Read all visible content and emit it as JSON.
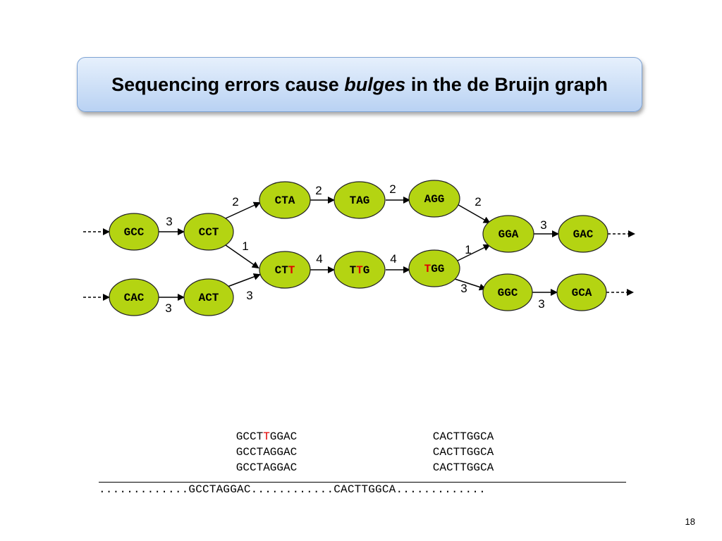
{
  "title": {
    "before": "Sequencing errors cause ",
    "emph": "bulges",
    "after": " in the de Bruijn graph"
  },
  "nodes": {
    "gcc": {
      "label": "GCC"
    },
    "cct": {
      "label": "CCT"
    },
    "cac": {
      "label": "CAC"
    },
    "act": {
      "label": "ACT"
    },
    "cta": {
      "label": "CTA"
    },
    "tag": {
      "label": "TAG"
    },
    "agg": {
      "label": "AGG"
    },
    "ctt": {
      "pre": "CT",
      "err": "T",
      "post": ""
    },
    "ttg": {
      "pre": "T",
      "err": "T",
      "post": "G"
    },
    "tgg": {
      "pre": "",
      "err": "T",
      "post": "GG"
    },
    "gga": {
      "label": "GGA"
    },
    "gac": {
      "label": "GAC"
    },
    "ggc": {
      "label": "GGC"
    },
    "gca": {
      "label": "GCA"
    }
  },
  "edges": {
    "gcc_cct": "3",
    "cct_cta": "2",
    "cta_tag": "2",
    "tag_agg": "2",
    "agg_gga": "2",
    "gga_gac": "3",
    "cct_ctt": "1",
    "ctt_ttg": "4",
    "ttg_tgg": "4",
    "tgg_gga": "1",
    "tgg_ggc": "3",
    "ggc_gca": "3",
    "cac_act": "3",
    "act_ctt": "3"
  },
  "reads_left": [
    {
      "pre": "GCCT",
      "err": "T",
      "post": "GGAC"
    },
    {
      "text": "GCCTAGGAC"
    },
    {
      "text": "GCCTAGGAC"
    }
  ],
  "reads_right": [
    "CACTTGGCA",
    "CACTTGGCA",
    "CACTTGGCA"
  ],
  "consensus": ".............GCCTAGGAC............CACTTGGCA.............",
  "page_number": "18",
  "colors": {
    "node_fill": "#b4d412",
    "node_stroke": "#222222",
    "error": "#e00000"
  }
}
